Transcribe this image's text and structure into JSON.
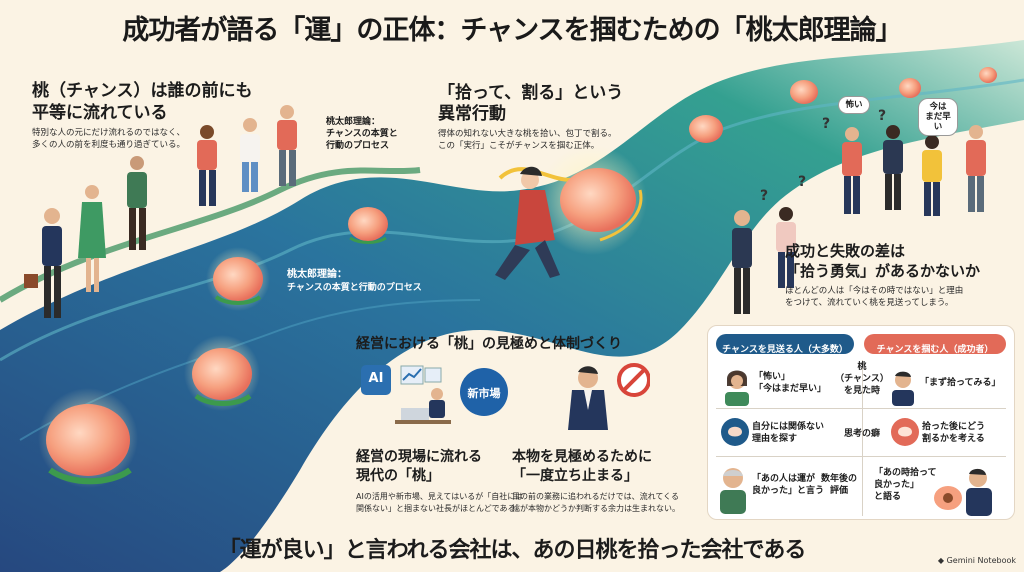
{
  "title": "成功者が語る「運」の正体：チャンスを掴むための「桃太郎理論」",
  "left_section": {
    "heading_line1": "桃（チャンス）は誰の前にも",
    "heading_line2": "平等に流れている",
    "desc_line1": "特別な人の元にだけ流れるのではなく、",
    "desc_line2": "多くの人の前を利度も通り過ぎている。"
  },
  "theory_label_top": {
    "line1": "桃太郎理論：",
    "line2": "チャンスの本質と",
    "line3": "行動のプロセス"
  },
  "theory_label_river": {
    "line1": "桃太郎理論：",
    "line2": "チャンスの本質と行動のプロセス"
  },
  "center_section": {
    "heading_line1": "「拾って、割る」という",
    "heading_line2": "異常行動",
    "desc_line1": "得体の知れない大きな桃を拾い、包丁で割る。",
    "desc_line2": "この「実行」こそがチャンスを掴む正体。"
  },
  "right_bubbles": {
    "scary": "怖い",
    "not_yet_line1": "今は",
    "not_yet_line2": "まだ早い",
    "question": "?"
  },
  "right_section": {
    "heading_line1": "成功と失敗の差は",
    "heading_line2": "「拾う勇気」があるかないか",
    "desc_line1": "ほとんどの人は「今はその時ではない」と理由",
    "desc_line2": "をつけて、流れていく桃を見送ってしまう。"
  },
  "management": {
    "heading": "経営における「桃」の見極めと体制づくり",
    "ai_label": "AI",
    "new_market": "新市場",
    "field_heading_line1": "経営の現場に流れる",
    "field_heading_line2": "現代の「桃」",
    "field_desc_line1": "AIの活用や新市場、見えてはいるが「自社には",
    "field_desc_line2": "関係ない」と掴まない社長がほとんどである。",
    "pause_heading_line1": "本物を見極めるために",
    "pause_heading_line2": "「一度立ち止まる」",
    "pause_desc_line1": "目の前の業務に追われるだけでは、流れてくる",
    "pause_desc_line2": "桃が本物かどうか判断する余力は生まれない。"
  },
  "comparison": {
    "left_header": "チャンスを見送る人（大多数）",
    "right_header": "チャンスを掴む人（成功者）",
    "rows": [
      {
        "left_line1": "「怖い」",
        "left_line2": "「今はまだ早い」",
        "mid_line1": "桃",
        "mid_line2": "（チャンス）",
        "mid_line3": "を見た時",
        "right_line1": "「まず拾ってみる」",
        "right_line2": ""
      },
      {
        "left_line1": "自分には関係ない",
        "left_line2": "理由を探す",
        "mid_line1": "思考の癖",
        "mid_line2": "",
        "mid_line3": "",
        "right_line1": "拾った後にどう",
        "right_line2": "割るかを考える"
      },
      {
        "left_line1": "「あの人は運が",
        "left_line2": "良かった」と言う",
        "mid_line1": "数年後の",
        "mid_line2": "評価",
        "mid_line3": "",
        "right_line1": "「あの時拾って",
        "right_line2": "良かった」",
        "right_line3": "と語る"
      }
    ]
  },
  "bottom_tagline": "「運が良い」と言われる会社は、あの日桃を拾った会社である",
  "brand": "Gemini Notebook",
  "colors": {
    "background": "#fbf3e4",
    "river_dark": "#1d4f8a",
    "river_teal": "#1f9a8a",
    "peach": "#f4927a",
    "navy_pill": "#1f5a8a",
    "coral_pill": "#e26a58"
  }
}
